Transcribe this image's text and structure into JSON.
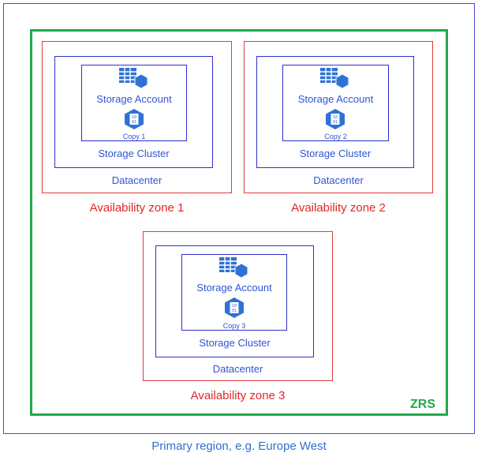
{
  "region": {
    "label": "Primary region, e.g. Europe West"
  },
  "replication": {
    "label": "ZRS"
  },
  "zones": [
    {
      "name": "Availability zone 1",
      "datacenter": "Datacenter",
      "cluster": "Storage Cluster",
      "account": "Storage Account",
      "copy": "Copy 1"
    },
    {
      "name": "Availability zone 2",
      "datacenter": "Datacenter",
      "cluster": "Storage Cluster",
      "account": "Storage Account",
      "copy": "Copy 2"
    },
    {
      "name": "Availability zone 3",
      "datacenter": "Datacenter",
      "cluster": "Storage Cluster",
      "account": "Storage Account",
      "copy": "Copy 3"
    }
  ],
  "icons": {
    "account": "storage-account-icon",
    "copy": "blob-data-icon"
  },
  "colors": {
    "region": "#4a4ad0",
    "zrs": "#22a84a",
    "zone": "#e03c3c",
    "datacenter": "#2e2ecc",
    "text_blue": "#2f55d4"
  }
}
